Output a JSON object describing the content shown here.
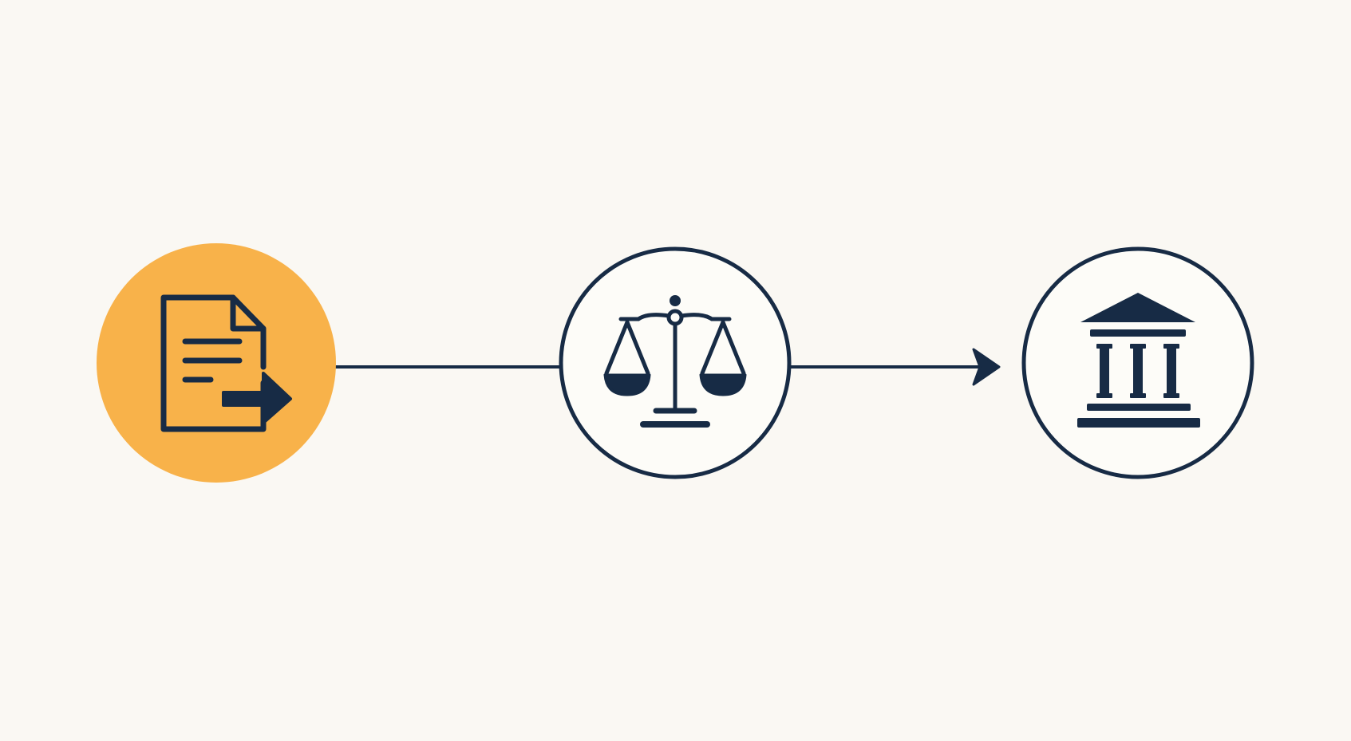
{
  "colors": {
    "background": "#faf8f3",
    "ink": "#172b45",
    "accent": "#f8b24a",
    "node_fill": "#fdfcf8"
  },
  "flow": {
    "steps": [
      {
        "icon": "document-export-icon",
        "highlighted": true
      },
      {
        "icon": "scales-of-justice-icon",
        "highlighted": false
      },
      {
        "icon": "courthouse-icon",
        "highlighted": false
      }
    ],
    "connectors": [
      {
        "from": 0,
        "to": 1,
        "arrowhead": false
      },
      {
        "from": 1,
        "to": 2,
        "arrowhead": true
      }
    ]
  }
}
